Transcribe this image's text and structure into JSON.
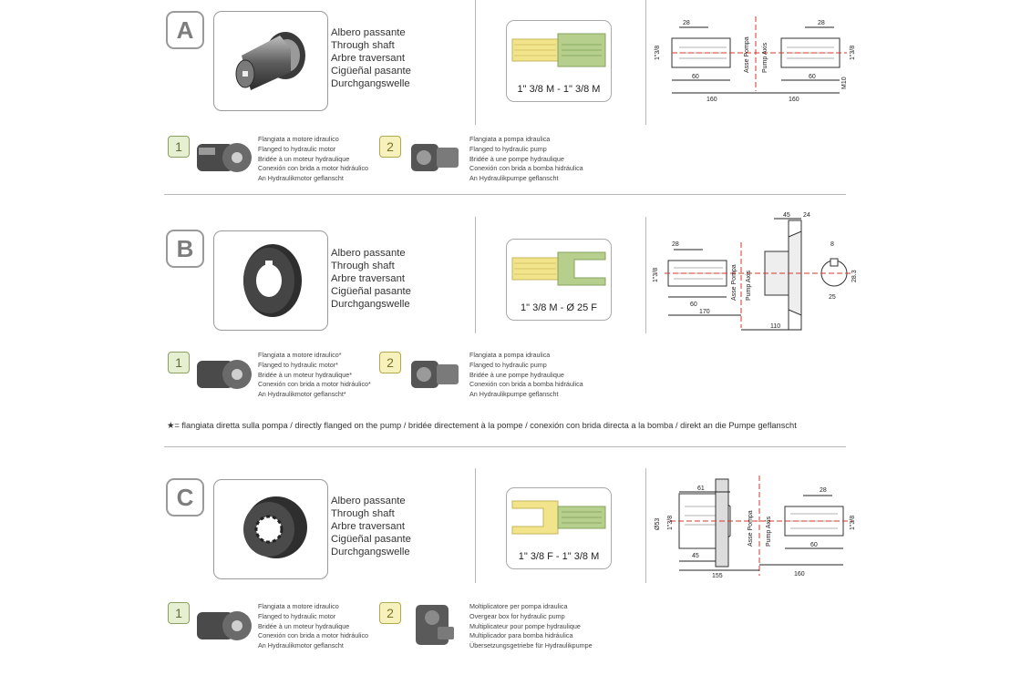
{
  "rows": [
    {
      "letter": "A",
      "names": [
        "Albero passante",
        "Through shaft",
        "Arbre traversant",
        "Cigüeñal pasante",
        "Durchgangswelle"
      ],
      "spline_label": "1\" 3/8 M - 1\" 3/8 M",
      "dims": {
        "d1": "28",
        "d2": "1\"3/8",
        "d3": "60",
        "d4": "160",
        "d5": "28",
        "d6": "1\"3/8",
        "d7": "60",
        "d8": "160",
        "d9": "M10",
        "axis_it": "Asse Pompa",
        "axis_en": "Pump Axis"
      },
      "options": [
        {
          "num": "1",
          "lines": [
            "Flangiata a motore idraulico",
            "Flanged to hydraulic motor",
            "Bridée à un moteur hydraulique",
            "Conexión con brida a motor hidráulico",
            "An Hydraulikmotor geflanscht"
          ]
        },
        {
          "num": "2",
          "lines": [
            "Flangiata a pompa idraulica",
            "Flanged to hydraulic pump",
            "Bridée à une pompe hydraulique",
            "Conexión con brida a bomba hidráulica",
            "An Hydraulikpumpe geflanscht"
          ]
        }
      ]
    },
    {
      "letter": "B",
      "names": [
        "Albero passante",
        "Through shaft",
        "Arbre traversant",
        "Cigüeñal pasante",
        "Durchgangswelle"
      ],
      "spline_label": "1\" 3/8 M  - Ø 25 F",
      "dims": {
        "d1": "28",
        "d2": "1\"3/8",
        "d3": "60",
        "d4": "170",
        "d5": "45",
        "d6": "24",
        "d7": "8",
        "d8": "28.3",
        "d9": "25",
        "d10": "110",
        "axis_it": "Asse Pompa",
        "axis_en": "Pump Axis"
      },
      "options": [
        {
          "num": "1",
          "lines": [
            "Flangiata a motore idraulico*",
            "Flanged to hydraulic motor*",
            "Bridée à un moteur hydraulique*",
            "Conexión con brida a motor hidráulico*",
            "An Hydraulikmotor geflanscht*"
          ]
        },
        {
          "num": "2",
          "lines": [
            "Flangiata a pompa idraulica",
            "Flanged to hydraulic pump",
            "Bridée à une pompe hydraulique",
            "Conexión con brida a bomba hidráulica",
            "An Hydraulikpumpe geflanscht"
          ]
        }
      ]
    },
    {
      "letter": "C",
      "names": [
        "Albero passante",
        "Through shaft",
        "Arbre traversant",
        "Cigüeñal pasante",
        "Durchgangswelle"
      ],
      "spline_label": "1\" 3/8 F - 1\" 3/8 M",
      "dims": {
        "d1": "61",
        "d2": "Ø53",
        "d3": "1\"3/8",
        "d4": "45",
        "d5": "155",
        "d6": "28",
        "d7": "1\"3/8",
        "d8": "60",
        "d9": "160",
        "axis_it": "Asse Pompa",
        "axis_en": "Pump Axis"
      },
      "options": [
        {
          "num": "1",
          "lines": [
            "Flangiata a motore idraulico",
            "Flanged to hydraulic motor",
            "Bridée à un moteur hydraulique",
            "Conexión con brida a motor hidráulico",
            "An Hydraulikmotor geflanscht"
          ]
        },
        {
          "num": "2",
          "lines": [
            "Moltiplicatore per pompa idraulica",
            "Overgear box for hydraulic pump",
            "Multiplicateur pour pompe hydraulique",
            "Multiplicador para bomba hidráulica",
            "Übersetzungsgetriebe für Hydraulikpumpe"
          ]
        }
      ]
    }
  ],
  "footnote": "★= flangiata diretta sulla pompa / directly flanged on the pump / bridée directement à la pompe / conexión con brida directa a la bomba / direkt an die Pumpe geflanscht",
  "colors": {
    "accent_green": "#b6cf8c",
    "accent_yellow": "#f2e48a",
    "red_axis": "#d23a2a",
    "border_gray": "#9a9a9a"
  }
}
